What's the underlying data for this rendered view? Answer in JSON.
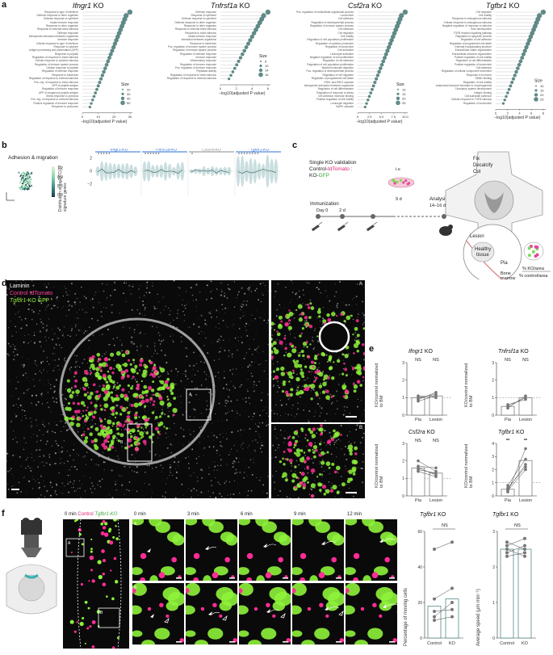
{
  "panel_a": {
    "letter": "a",
    "xlabel": "−log10(adjusted P value)",
    "size_title": "Size",
    "columns": [
      {
        "title_gene": "Ifngr1",
        "title_suffix": " KO",
        "ticks": [
          "0",
          "10",
          "20",
          "30"
        ],
        "size_legend": [
          "20",
          "30",
          "40",
          "50"
        ],
        "terms": [
          "Response to type II interferon",
          "Defense response to other organism",
          "Defense response to symbiont",
          "Innate immune response",
          "Response to other organism",
          "Response to external biotic stimulus",
          "Defense response",
          "Interspecies interaction between organisms",
          "Immune response",
          "Cellular response to type II interferon",
          "Response to cytokine",
          "Antigen processing and presentation (APP)",
          "Response to peptide",
          "Regulation of response to biotic stimulus",
          "Cellular response to cytokine stimulus",
          "Regulation of immune system process",
          "Cellular response to peptide",
          "Regulation of defense response",
          "Response to bacterium",
          "Regulation of response to external stimulus",
          "Pos. reg. of response to biotic stimulus",
          "APP of peptide antigen",
          "Regulation of immune response",
          "APP of exogenous peptide antigen",
          "Stress response to protozoa",
          "Pos. reg. of response to external stimulus",
          "Positive regulation of immune response",
          "Response to protozoan"
        ]
      },
      {
        "title_gene": "Tnfrsf1a",
        "title_suffix": " KO",
        "ticks": [
          "0",
          "2",
          "4",
          "6"
        ],
        "size_legend": [
          "6",
          "10",
          "14",
          "16"
        ],
        "terms": [
          "Defense response",
          "Response to symbiont",
          "Defense response to symbiont",
          "Defense response to other organism",
          "Response to other organism",
          "Response to external biotic stimulus",
          "Response to biotic stimulus",
          "Innate immune response",
          "Interaction between organisms",
          "Response to bacterium",
          "Pos. regulation of immune system process",
          "Regulation of immune system process",
          "Regulation of defense response",
          "Immune response",
          "Inflammatory response",
          "Regulation of immune response",
          "Pos. regulation of immune response",
          "Peptidase activity",
          "Regulation of response to biotic stimulus",
          "Regulation of response to external stimulus"
        ]
      },
      {
        "title_gene": "Csf2ra",
        "title_suffix": " KO",
        "ticks": [
          "0",
          "2.5",
          "5.0",
          "7.5",
          "10.0"
        ],
        "size_legend": [
          "10",
          "15",
          "20",
          "25"
        ],
        "terms": [
          "Pos. regulation of multicellular organismal process",
          "Locomotion",
          "Cell adhesion",
          "Regulation of developmental process",
          "Regulation of immune system process",
          "Cell adhesion",
          "Cell migration",
          "Cell motility",
          "Regulation of cell population proliferation",
          "Regulation of cytokine production",
          "Regulation of locomotion",
          "Cell activation",
          "Leukocyte activation",
          "Negative regulation of cell proliferation",
          "Regulation of cell adhesion",
          "Regulation of cell population proliferation",
          "Myeloid leukocyte migration",
          "Pos. regulation of developmental process",
          "Regulation of cell migration",
          "Regulation of programmed cell death",
          "ERK1 and ERK2 cascade",
          "Interspecies interaction between organisms",
          "Regulation of cell differentiation",
          "Regulation of response to stress",
          "Cell adhesion molecule binding",
          "Positive regulation of cell motility",
          "Leukocyte migration",
          "MAPK cascade"
        ]
      },
      {
        "title_gene": "Tgfbr1",
        "title_suffix": " KO",
        "ticks": [
          "0",
          "2",
          "4",
          "6",
          "8"
        ],
        "size_legend": [
          "10",
          "15",
          "20",
          "25"
        ],
        "terms": [
          "Cell migration",
          "Cell motility",
          "Response to endogenous stimulus",
          "Cellular response to endogenous stimulus",
          "Negative regulation of response to stimulus",
          "Tube development",
          "TGFB receptor signaling pathway",
          "Regulation of apoptotic process",
          "Regulation of cell adhesion",
          "Regulation of programmed cell death",
          "External encapsulating structure",
          "Extracellular matrix organization",
          "Extracellular structure organization",
          "Positive regulation of cell motility",
          "Regulation of cell differentiation",
          "Positive regulation of locomotion",
          "Cell adhesion",
          "Regulation of cellular component movement",
          "Response to hormone",
          "SMAD binding",
          "Regulation of cell motility",
          "Anatomical structure formation in morphogenesis",
          "Circulatory system development",
          "Integrin binding",
          "Cell-substrate adhesion",
          "Cellular response to TGFB stimulus",
          "Regulation of locomotion"
        ]
      }
    ]
  },
  "panel_b": {
    "letter": "b",
    "umap_title": "Adhesion & migration",
    "colorbar_ticks": [
      "1.2",
      "0.9",
      "0.6",
      "0.3"
    ],
    "colorbar_colors": [
      "#173a4a",
      "#3f8f86",
      "#8fd3b0",
      "#e2f6d8"
    ],
    "ylabel": "Distribution of log2(FC) of signature genes",
    "yticks": [
      "2",
      "0",
      "−2"
    ],
    "groups": [
      {
        "label": "* Ifngr1-KO",
        "color": "#2a6fd6",
        "stars": "*  *    *     * *"
      },
      {
        "label": "* Tnfrsf1a-KO",
        "color": "#2a6fd6",
        "stars": "*  *  *  *  * *"
      },
      {
        "label": "Csf2ra-KO",
        "color": "#888888",
        "stars": "*"
      },
      {
        "label": "* Tgfbr1-KO",
        "color": "#2a6fd6",
        "stars": "* * * *  * *  *  *"
      }
    ]
  },
  "panel_c": {
    "letter": "c",
    "title_line1": "Single KO validation",
    "title_line2_a": "Control-",
    "title_line2_b": "tdTomato",
    "title_line2_c": " : ",
    "title_line3_a": "KO-",
    "title_line3_b": "GFP",
    "iv_label": "i.v.",
    "immunization": "Immunization",
    "day0": "Day 0",
    "two_d": "2 d",
    "nine_d": "9 d",
    "analysis": "Analysis",
    "analysis_days": "14–16 d",
    "fix": "Fix",
    "decalcify": "Decalcify",
    "cut": "Cut",
    "lesion": "Lesion",
    "healthy": "Healthy",
    "tissue": "tissue",
    "pia": "Pia",
    "bone": "Bone",
    "marrow": "marrow",
    "ratio_top": "% KO/area",
    "ratio_bottom": "% control/area"
  },
  "panel_d": {
    "letter": "d",
    "legend_laminin": "Laminin",
    "legend_control": "Control  tdTomato",
    "legend_ko_gene": "Tgfbr1",
    "legend_ko_suffix": "-KO GFP",
    "inset_a": "A",
    "inset_b": "B"
  },
  "panel_e": {
    "letter": "e",
    "ylabel": "KO/control normalized to BM",
    "xcats": [
      "Pia",
      "Lesion"
    ],
    "ns": "NS",
    "sig": "**",
    "plots": [
      {
        "gene": "Ifngr1",
        "suffix": " KO",
        "ymax": 3,
        "bars": [
          1.0,
          1.1
        ],
        "labels": [
          "NS",
          "NS"
        ],
        "pairs": [
          [
            0.8,
            1.1
          ],
          [
            1.0,
            1.2
          ],
          [
            1.1,
            1.0
          ],
          [
            0.9,
            1.3
          ]
        ]
      },
      {
        "gene": "Tnfrsf1a",
        "suffix": " KO",
        "ymax": 3,
        "bars": [
          0.5,
          1.0
        ],
        "labels": [
          "NS",
          "NS"
        ],
        "pairs": [
          [
            0.4,
            1.1
          ],
          [
            0.6,
            0.9
          ],
          [
            0.5,
            1.0
          ]
        ]
      },
      {
        "gene": "Csf2ra",
        "suffix": " KO",
        "ymax": 3,
        "bars": [
          1.6,
          1.3
        ],
        "labels": [
          "NS",
          "NS"
        ],
        "pairs": [
          [
            1.6,
            1.2
          ],
          [
            2.0,
            1.4
          ],
          [
            1.4,
            1.1
          ],
          [
            1.5,
            1.3
          ],
          [
            1.7,
            1.6
          ]
        ]
      },
      {
        "gene": "Tgfbr1",
        "suffix": " KO",
        "ymax": 4,
        "bars": [
          0.5,
          2.7
        ],
        "labels": [
          "**",
          "**"
        ],
        "pairs": [
          [
            0.3,
            3.6
          ],
          [
            0.5,
            2.4
          ],
          [
            0.4,
            2.0
          ],
          [
            0.8,
            2.8
          ],
          [
            0.6,
            2.2
          ]
        ]
      }
    ]
  },
  "panel_f": {
    "letter": "f",
    "header_a": "0 min ",
    "header_b": "Control ",
    "header_c": "Tgfbr1-KO",
    "times": [
      "0 min",
      "3 min",
      "6 min",
      "9 min",
      "12 min"
    ],
    "row_a": "A",
    "row_b": "B",
    "moving": {
      "title_gene": "Tgfbr1",
      "title_suffix": " KO",
      "ns": "NS",
      "ylabel": "Percentage of moving cells",
      "yticks": [
        "0",
        "20",
        "40",
        "60"
      ],
      "ymax": 60,
      "xcats": [
        "Control",
        "KO"
      ],
      "bars": [
        18,
        22
      ],
      "pairs": [
        [
          50,
          54
        ],
        [
          22,
          28
        ],
        [
          15,
          16
        ],
        [
          12,
          20
        ],
        [
          10,
          12
        ]
      ]
    },
    "speed": {
      "title_gene": "Tgfbr1",
      "title_suffix": " KO",
      "ns": "NS",
      "ylabel": "Average speed (µm min⁻¹)",
      "yticks": [
        "0",
        "1",
        "2",
        "3"
      ],
      "ymax": 3,
      "xcats": [
        "Control",
        "KO"
      ],
      "bars": [
        2.5,
        2.5
      ],
      "pairs": [
        [
          2.4,
          2.6
        ],
        [
          2.6,
          2.8
        ],
        [
          2.3,
          2.4
        ],
        [
          2.5,
          2.3
        ],
        [
          2.7,
          2.5
        ]
      ]
    }
  }
}
